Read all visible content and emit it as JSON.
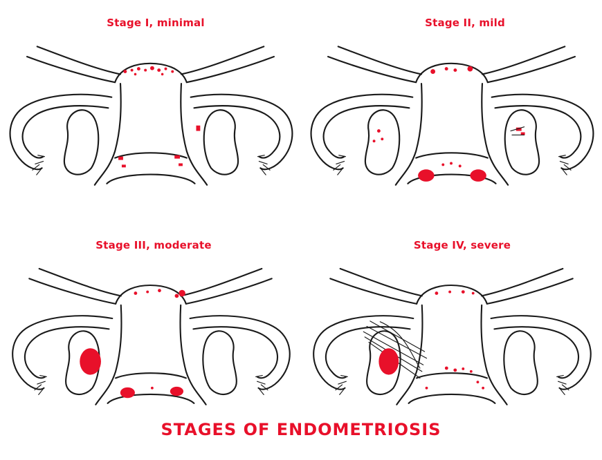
{
  "stages": [
    {
      "label": "Stage I, minimal"
    },
    {
      "label": "Stage II, mild"
    },
    {
      "label": "Stage III, moderate"
    },
    {
      "label": "Stage IV, severe"
    }
  ],
  "title": "STAGES OF ENDOMETRIOSIS",
  "colors": {
    "lesion": "#e8102a",
    "outline": "#1a1a1a",
    "background": "#ffffff"
  }
}
